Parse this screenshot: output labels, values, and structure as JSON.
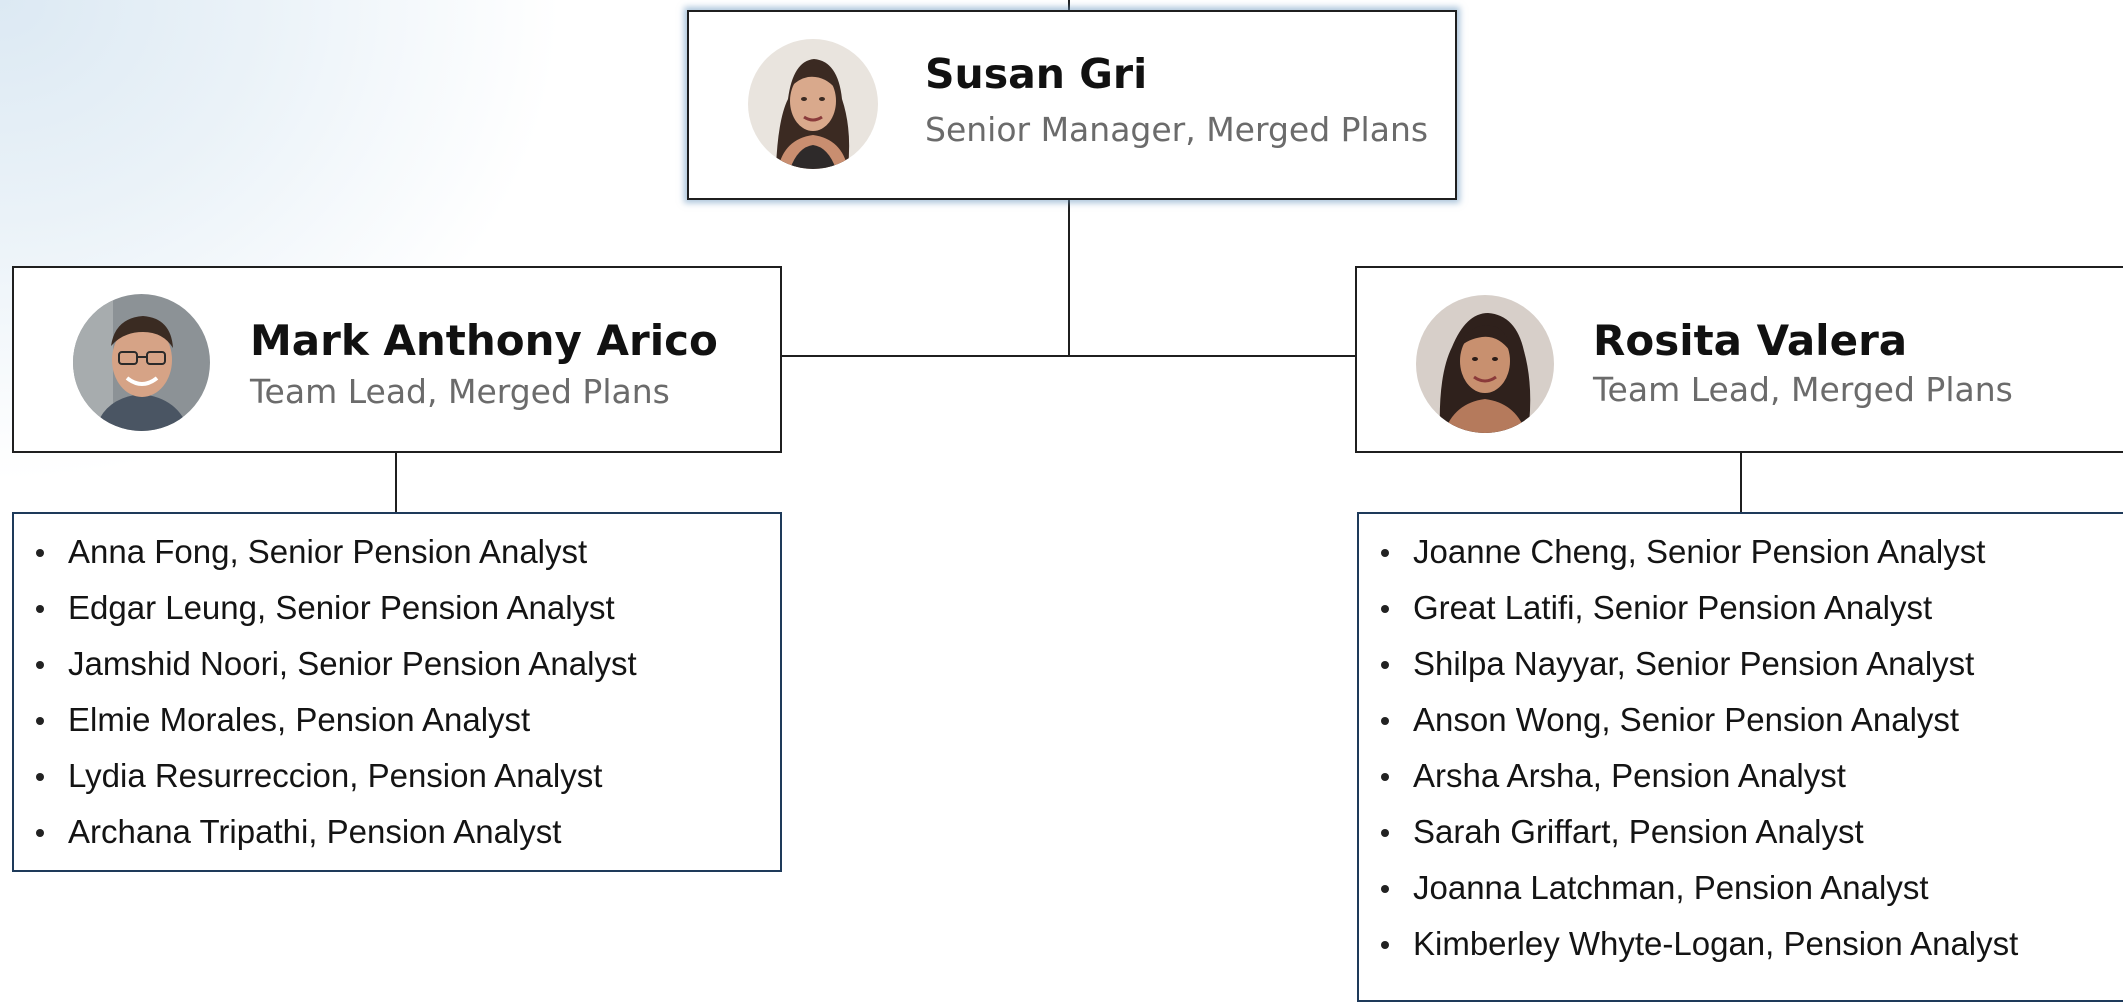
{
  "manager": {
    "name": "Susan Gri",
    "title": "Senior Manager, Merged Plans",
    "photo": "woman-portrait-photo"
  },
  "leads": [
    {
      "name": "Mark Anthony Arico",
      "title": "Team Lead, Merged Plans",
      "photo": "man-portrait-photo",
      "members": [
        "Anna Fong, Senior Pension Analyst",
        "Edgar Leung, Senior Pension Analyst",
        "Jamshid Noori, Senior Pension Analyst",
        "Elmie Morales, Pension Analyst",
        "Lydia Resurreccion, Pension Analyst",
        "Archana Tripathi, Pension Analyst"
      ]
    },
    {
      "name": "Rosita Valera",
      "title": "Team Lead, Merged Plans",
      "photo": "woman-portrait-photo",
      "members": [
        "Joanne Cheng, Senior Pension Analyst",
        "Great Latifi, Senior Pension Analyst",
        "Shilpa Nayyar, Senior Pension Analyst",
        "Anson Wong, Senior Pension Analyst",
        "Arsha Arsha, Pension Analyst",
        "Sarah Griffart, Pension Analyst",
        "Joanna Latchman, Pension Analyst",
        "Kimberley Whyte-Logan, Pension Analyst"
      ]
    }
  ],
  "colors": {
    "node_border": "#1f1f1f",
    "list_border": "#1e3a5a",
    "highlight_glow": "#6896be",
    "role_text": "#6b6b6b"
  }
}
